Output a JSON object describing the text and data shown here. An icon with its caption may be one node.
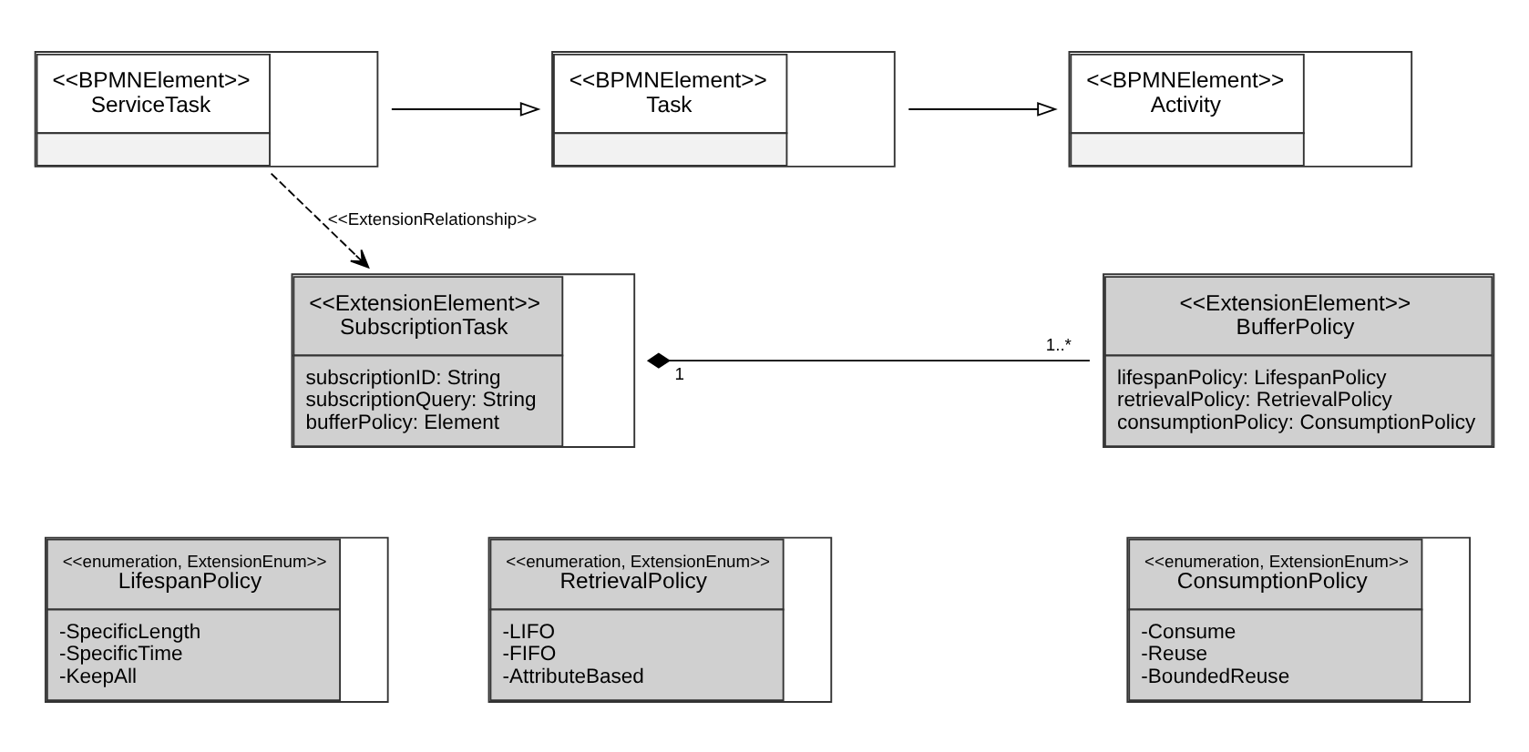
{
  "diagram": {
    "nodes": [
      {
        "text": [
          "<<BPMNElement>>",
          "ServiceTask"
        ]
      },
      {
        "text": [
          "<<BPMNElement>>",
          "Task"
        ]
      },
      {
        "text": [
          "<<BPMNElement>>",
          "Activity"
        ]
      },
      {
        "text": [
          "<<ExtensionElement>>",
          "SubscriptionTask",
          "subscriptionID: String",
          "subscriptionQuery: String",
          "bufferPolicy: Element"
        ]
      },
      {
        "text": [
          "<<ExtensionElement>>",
          "BufferPolicy",
          "lifespanPolicy: LifespanPolicy",
          "retrievalPolicy: RetrievalPolicy",
          "consumptionPolicy: ConsumptionPolicy"
        ]
      },
      {
        "text": [
          "<<enumeration, ExtensionEnum>>",
          "LifespanPolicy",
          "-SpecificLength",
          "-SpecificTime",
          "-KeepAll"
        ]
      },
      {
        "text": [
          "<<enumeration, ExtensionEnum>>",
          "RetrievalPolicy",
          "-LIFO",
          "-FIFO",
          "-AttributeBased"
        ]
      },
      {
        "text": [
          "<<enumeration, ExtensionEnum>>",
          "ConsumptionPolicy",
          "-Consume",
          "-Reuse",
          "-BoundedReuse"
        ]
      }
    ],
    "edges": [
      {
        "from": 0,
        "to": 1,
        "arrow": "to"
      },
      {
        "from": 1,
        "to": 2,
        "arrow": "to"
      },
      {
        "from": 0,
        "to": 3,
        "arrow": "to",
        "style": "dashed",
        "label": "<<ExtensionRelationship>>"
      },
      {
        "from": 3,
        "to": 4,
        "arrow": "other"
      }
    ],
    "labels": [
      "1",
      "1..*"
    ]
  }
}
